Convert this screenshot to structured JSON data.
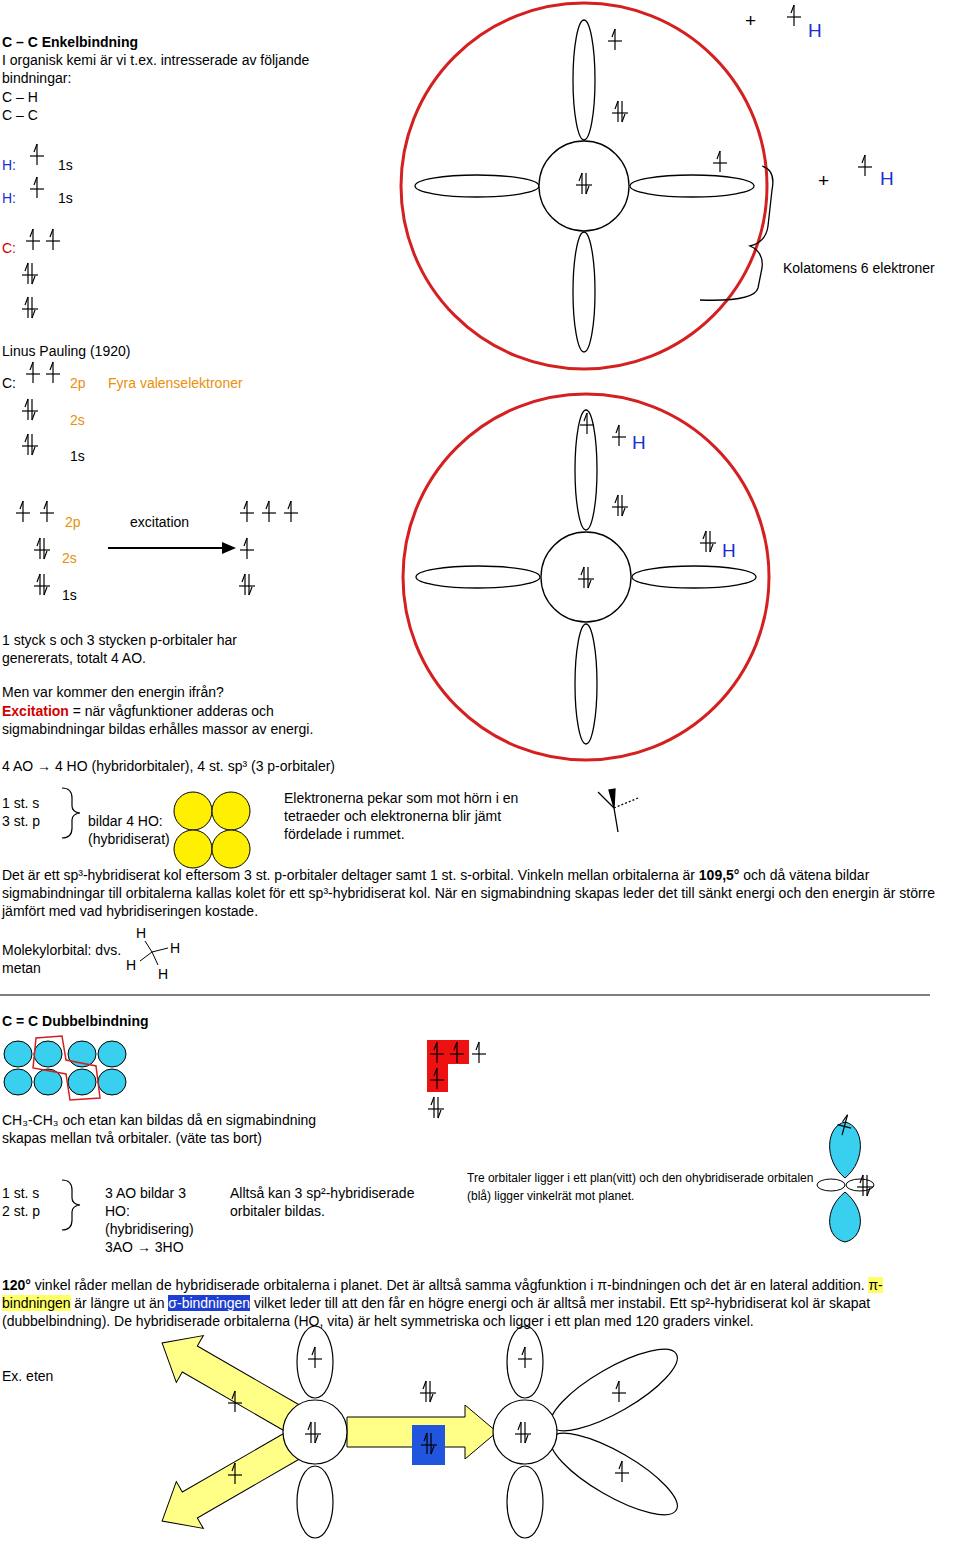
{
  "diagram": {
    "title": "C – C Enkelbindning",
    "labels": [
      "I organisk kemi är vi t.ex. intresserade av följande bindningar:",
      "C – H",
      "C – C",
      "H:",
      "1s",
      "H:",
      "1s",
      "C:",
      "Linus Pauling (1920)",
      "C:",
      "2p",
      "Fyra valenselektroner",
      "2s",
      "1s",
      "2p",
      "excitation",
      "2s",
      "1s",
      "1 styck s och 3 stycken p-orbitaler har genererats, totalt 4 AO.",
      "Men var kommer den energin ifrån?",
      "Excitation",
      "= när vågfunktioner adderas och sigmabindningar bildas erhålles massor av energi.",
      "4 AO → 4 HO (hybridorbitaler), 4 st. sp³ (3 p-orbitaler)",
      "1 st. s",
      "3 st. p",
      "bildar 4 HO: (hybridiserat)",
      "Elektronerna pekar som mot hörn i en tetraeder och elektronerna blir jämt fördelade i rummet.",
      "Det är ett sp³-hybridiserat kol eftersom 3 st. p-orbitaler deltager samt 1 st. s-orbital. Vinkeln mellan orbitalerna är",
      "109,5°",
      "och då vätena bildar sigmabindningar till orbitalerna kallas kolet för ett sp³-hybridiserat kol. När en sigmabindning skapas leder det till sänkt energi och den energin är större jämfört med vad hybridiseringen kostade.",
      "Molekylorbital: dvs. metan",
      "H",
      "H",
      "H",
      "H",
      "C = C Dubbelbindning",
      "CH₃-CH₃ och etan kan bildas då en sigmabindning skapas mellan två orbitaler. (väte tas bort)",
      "1 st. s",
      "2 st. p",
      "3 AO bildar 3 HO: (hybridisering) 3AO → 3HO",
      "Alltså kan 3 sp²-hybridiserade orbitaler bildas.",
      "Tre orbitaler ligger i ett plan(vitt) och den ohybridiserade orbitalen (blå) ligger vinkelrät mot planet.",
      "120°",
      "vinkel råder mellan de hybridiserade orbitalerna i planet. Det är alltså samma vågfunktion i π-bindningen och det är en lateral addition.",
      "π-bindningen",
      "är längre ut än",
      "σ-bindningen",
      "vilket leder till att den får en högre energi och är alltså mer instabil. Ett sp²-hybridiserat kol är skapat (dubbelbindning). De hybridiserade orbitalerna (HO, vita) är helt symmetriska och ligger i ett plan med 120 graders vinkel.",
      "Ex. eten",
      "+",
      "H",
      "+",
      "H",
      "Kolatomens 6 elektroner",
      "H",
      "H"
    ]
  }
}
